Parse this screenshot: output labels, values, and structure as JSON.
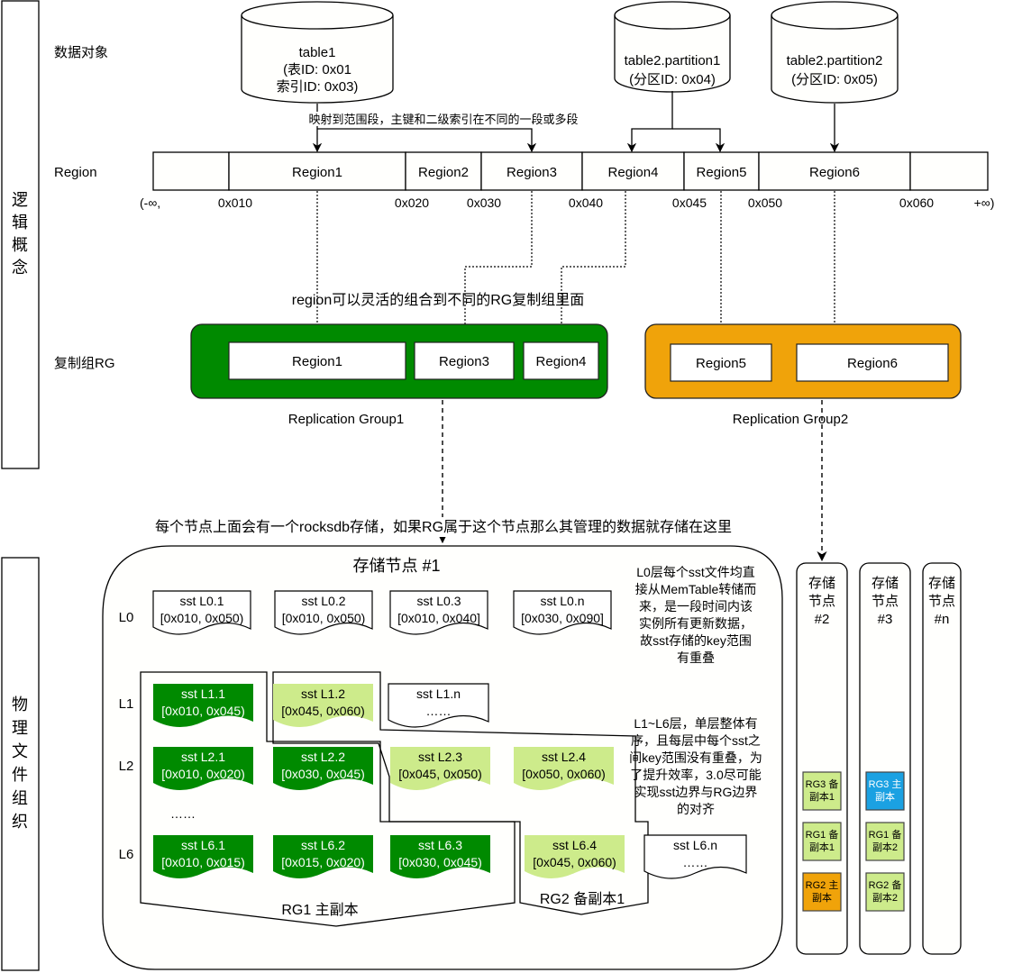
{
  "sections": {
    "logical": "逻辑概念",
    "physical": "物理文件组织"
  },
  "row_labels": {
    "data_objects": "数据对象",
    "region": "Region",
    "rg": "复制组RG"
  },
  "data_objects": [
    {
      "lines": [
        "table1",
        "(表ID: 0x01",
        "索引ID: 0x03)"
      ]
    },
    {
      "lines": [
        "table2.partition1",
        "(分区ID: 0x04)"
      ]
    },
    {
      "lines": [
        "table2.partition2",
        "(分区ID: 0x05)"
      ]
    }
  ],
  "mapping_note": "映射到范围段，主键和二级索引在不同的一段或多段",
  "regions": [
    "",
    "Region1",
    "Region2",
    "Region3",
    "Region4",
    "Region5",
    "Region6",
    ""
  ],
  "boundaries": [
    "(-∞,",
    "0x010",
    "0x020",
    "0x030",
    "0x040",
    "0x045",
    "0x050",
    "0x060",
    "+∞)"
  ],
  "region_note": "region可以灵活的组合到不同的RG复制组里面",
  "replication_groups": [
    {
      "name": "Replication Group1",
      "color": "#008a00",
      "regions": [
        "Region1",
        "Region3",
        "Region4"
      ]
    },
    {
      "name": "Replication Group2",
      "color": "#f0a30a",
      "regions": [
        "Region5",
        "Region6"
      ]
    }
  ],
  "storage_note": "每个节点上面会有一个rocksdb存储，如果RG属于这个节点那么其管理的数据就存储在这里",
  "node1": {
    "title": "存储节点 #1",
    "levels": [
      "L0",
      "L1",
      "L2",
      "L6"
    ],
    "ellipsis": "……",
    "l0": [
      {
        "name": "sst L0.1",
        "range": "[0x010, 0x050)"
      },
      {
        "name": "sst L0.2",
        "range": "[0x010, 0x050)"
      },
      {
        "name": "sst L0.3",
        "range": "[0x010, 0x040]"
      },
      {
        "name": "sst L0.n",
        "range": "[0x030, 0x090]"
      }
    ],
    "l1": [
      {
        "name": "sst L1.1",
        "range": "[0x010, 0x045)",
        "kind": "dark"
      },
      {
        "name": "sst L1.2",
        "range": "[0x045, 0x060)",
        "kind": "light"
      },
      {
        "name": "sst L1.n",
        "range": "……",
        "kind": "white"
      }
    ],
    "l2": [
      {
        "name": "sst L2.1",
        "range": "[0x010, 0x020)",
        "kind": "dark"
      },
      {
        "name": "sst L2.2",
        "range": "[0x030, 0x045)",
        "kind": "dark"
      },
      {
        "name": "sst L2.3",
        "range": "[0x045, 0x050)",
        "kind": "light"
      },
      {
        "name": "sst L2.4",
        "range": "[0x050, 0x060)",
        "kind": "light"
      }
    ],
    "l6": [
      {
        "name": "sst L6.1",
        "range": "[0x010, 0x015)",
        "kind": "dark"
      },
      {
        "name": "sst L6.2",
        "range": "[0x015, 0x020)",
        "kind": "dark"
      },
      {
        "name": "sst L6.3",
        "range": "[0x030, 0x045)",
        "kind": "dark"
      },
      {
        "name": "sst L6.4",
        "range": "[0x045, 0x060)",
        "kind": "light"
      },
      {
        "name": "sst L6.n",
        "range": "……",
        "kind": "white"
      }
    ],
    "rg1_label": "RG1 主副本",
    "rg2_label": "RG2 备副本1",
    "note_l0": [
      "L0层每个sst文件均直",
      "接从MemTable转储而",
      "来，是一段时间内该",
      "实例所有更新数据，",
      "故sst存储的key范围",
      "有重叠"
    ],
    "note_l1_l6": [
      "L1~L6层，单层整体有",
      "序，且每层中每个sst之",
      "间key范围没有重叠，为",
      "了提升效率，3.0尽可能",
      "实现sst边界与RG边界",
      "的对齐"
    ]
  },
  "other_nodes": [
    {
      "title": [
        "存储",
        "节点",
        "#2"
      ],
      "replicas": [
        {
          "lines": [
            "RG3 备",
            "副本1"
          ],
          "color": "#cdeb8b"
        },
        {
          "lines": [
            "RG1 备",
            "副本1"
          ],
          "color": "#cdeb8b"
        },
        {
          "lines": [
            "RG2 主",
            "副本"
          ],
          "color": "#f0a30a"
        }
      ]
    },
    {
      "title": [
        "存储",
        "节点",
        "#3"
      ],
      "replicas": [
        {
          "lines": [
            "RG3 主",
            "副本"
          ],
          "color": "#1ba1e2"
        },
        {
          "lines": [
            "RG1 备",
            "副本2"
          ],
          "color": "#cdeb8b"
        },
        {
          "lines": [
            "RG2 备",
            "副本2"
          ],
          "color": "#cdeb8b"
        }
      ]
    },
    {
      "title": [
        "存储",
        "节点",
        "#n"
      ],
      "replicas": []
    }
  ],
  "colors": {
    "rg1_green": "#008a00",
    "rg2_orange": "#f0a30a",
    "light_green": "#cdeb8b",
    "blue": "#1ba1e2"
  }
}
